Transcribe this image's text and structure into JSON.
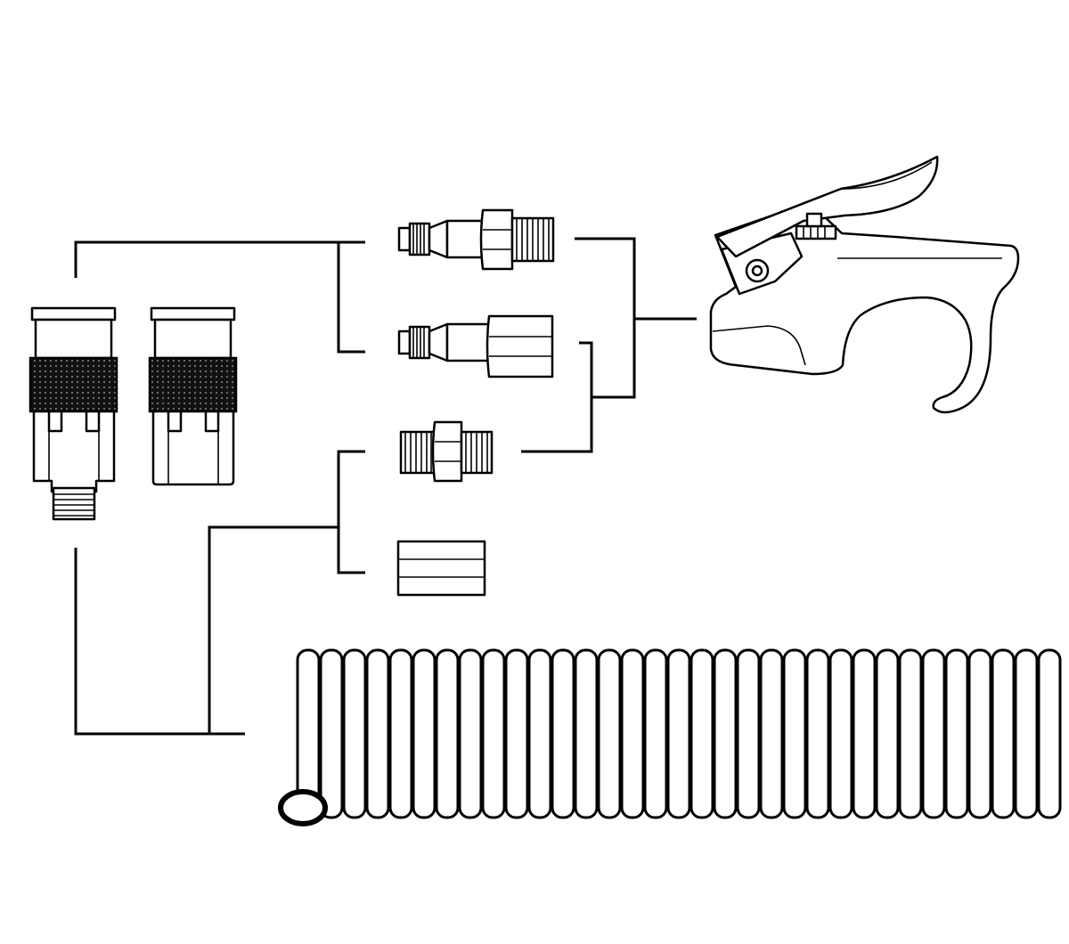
{
  "diagram": {
    "type": "air-tool-accessory-kit-line-drawing",
    "background": "#ffffff",
    "stroke_color": "#000000",
    "parts": [
      {
        "id": "coupler-male",
        "icon": "quick-coupler-male-thread-icon"
      },
      {
        "id": "coupler-female",
        "icon": "quick-coupler-female-thread-icon"
      },
      {
        "id": "plug-male",
        "icon": "industrial-plug-male-thread-icon"
      },
      {
        "id": "plug-female",
        "icon": "industrial-plug-female-thread-icon"
      },
      {
        "id": "hex-nipple",
        "icon": "hex-nipple-icon"
      },
      {
        "id": "hex-coupling",
        "icon": "hex-coupling-icon"
      },
      {
        "id": "blow-gun",
        "icon": "blow-gun-icon"
      },
      {
        "id": "recoil-hose",
        "icon": "recoil-hose-icon"
      }
    ]
  }
}
